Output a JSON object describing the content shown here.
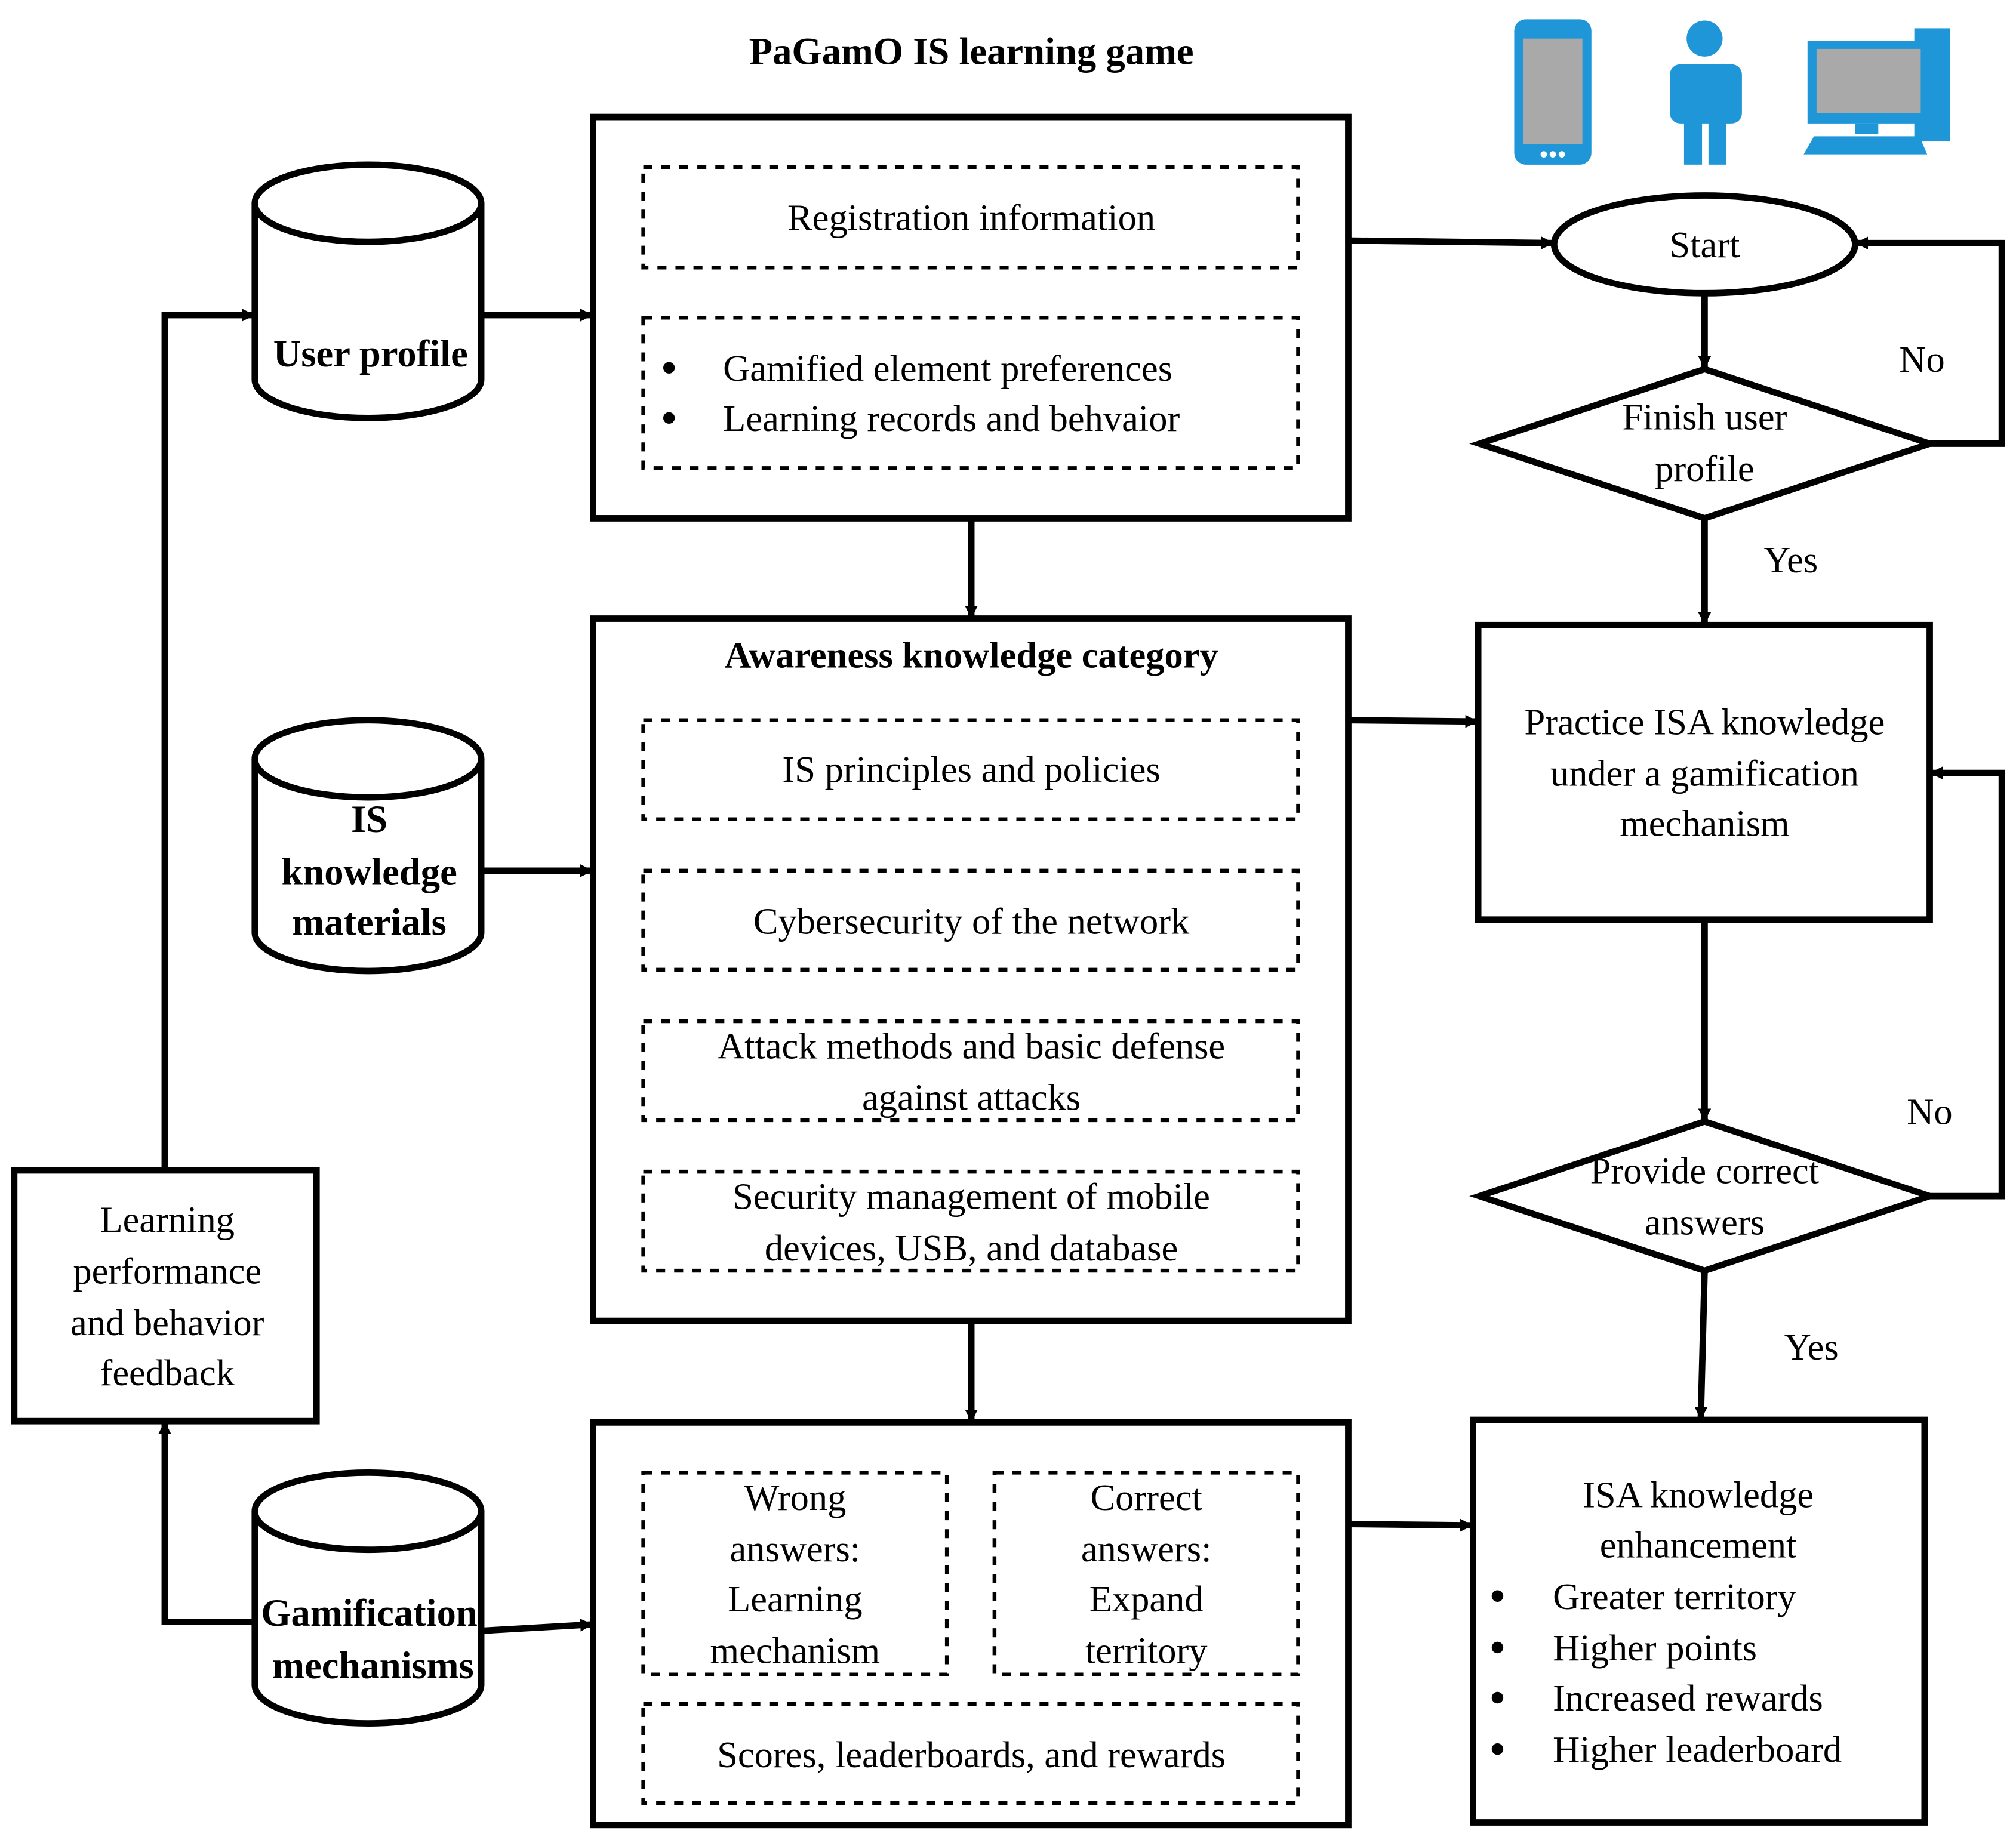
{
  "title": "PaGamO IS learning game",
  "databases": {
    "user_profile": "User profile",
    "is_materials": [
      "IS",
      "knowledge",
      "materials"
    ],
    "gamification": [
      "Gamification",
      "mechanisms"
    ]
  },
  "feedback_box": [
    "Learning",
    "performance",
    "and behavior",
    "feedback"
  ],
  "profile_box": {
    "registration": "Registration information",
    "bullets": [
      "Gamified element preferences",
      "Learning records and behvaior"
    ]
  },
  "knowledge_box": {
    "heading": "Awareness knowledge category",
    "items": [
      [
        "IS principles and policies"
      ],
      [
        "Cybersecurity of the network"
      ],
      [
        "Attack methods and basic defense",
        "against attacks"
      ],
      [
        "Security management of mobile",
        "devices, USB, and database"
      ]
    ]
  },
  "gamification_box": {
    "wrong": [
      "Wrong",
      "answers:",
      "Learning",
      "mechanism"
    ],
    "correct": [
      "Correct",
      "answers:",
      "Expand",
      "territory"
    ],
    "scores": "Scores, leaderboards, and rewards"
  },
  "flow": {
    "start": "Start",
    "decision1": [
      "Finish user",
      "profile"
    ],
    "no1": "No",
    "yes1": "Yes",
    "practice": [
      "Practice ISA knowledge",
      "under a gamification",
      "mechanism"
    ],
    "decision2": [
      "Provide correct",
      "answers"
    ],
    "no2": "No",
    "yes2": "Yes",
    "enhancement": {
      "heading": [
        "ISA knowledge",
        "enhancement"
      ],
      "bullets": [
        "Greater territory",
        "Higher points",
        "Increased rewards",
        "Higher leaderboard"
      ]
    }
  },
  "icons": [
    "smartphone-icon",
    "person-icon",
    "desktop-computer-icon"
  ],
  "colors": {
    "icon_blue": "#1e96d7",
    "icon_screen": "#a9a9a9",
    "line": "#000000"
  }
}
